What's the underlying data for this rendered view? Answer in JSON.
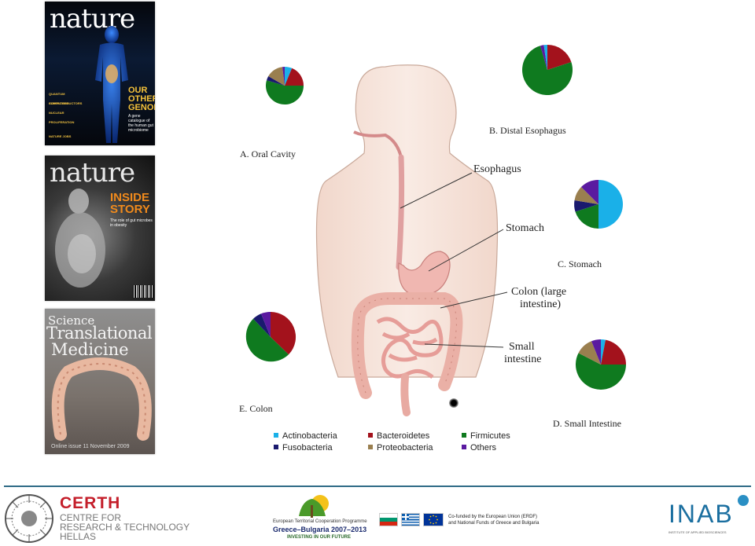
{
  "covers": [
    {
      "masthead": "nature",
      "headline": "OUR OTHER GENOME",
      "blurb": "A gene catalogue of the human gut microbiome",
      "side_items": [
        "QUANTUM COMPUTERS",
        "SUPERCONDUCTORS",
        "NUCLEAR PROLIFERATION",
        "NATURE JOBS"
      ]
    },
    {
      "masthead": "nature",
      "headline": "INSIDE STORY",
      "blurb": "The role of gut microbes in obesity"
    },
    {
      "masthead_line1": "Science",
      "masthead_line2": "Translational",
      "masthead_line3": "Medicine",
      "footnote": "Online issue 11 November 2009"
    }
  ],
  "organs": {
    "esophagus": "Esophagus",
    "stomach": "Stomach",
    "colon_line1": "Colon (large",
    "colon_line2": "intestine)",
    "small_line1": "Small",
    "small_line2": "intestine"
  },
  "regions": {
    "oral": "A. Oral Cavity",
    "esophagus": "B. Distal Esophagus",
    "stomach": "C.  Stomach",
    "small": "D. Small Intestine",
    "colon": "E. Colon"
  },
  "legend": [
    {
      "label": "Actinobacteria",
      "color": "#1ab0e8"
    },
    {
      "label": "Bacteroidetes",
      "color": "#a3121c"
    },
    {
      "label": "Firmicutes",
      "color": "#0f7a1f"
    },
    {
      "label": "Fusobacteria",
      "color": "#1a1a6e"
    },
    {
      "label": "Proteobacteria",
      "color": "#9a7f4f"
    },
    {
      "label": "Others",
      "color": "#5a1aa0"
    }
  ],
  "footer": {
    "certh_title": "CERTH",
    "certh_line1": "CENTRE FOR",
    "certh_line2": "RESEARCH & TECHNOLOGY",
    "certh_line3": "HELLAS",
    "etc_line1": "European Territorial Cooperation Programme",
    "etc_line2": "Greece–Bulgaria 2007–2013",
    "etc_line3": "INVESTING IN OUR FUTURE",
    "cofund_line1": "Co-funded by the European Union (ERDF)",
    "cofund_line2": "and National Funds of Greece and Bulgaria",
    "inab": "INAB",
    "inab_sub": "INSTITUTE OF APPLIED BIOSCIENCES"
  }
}
